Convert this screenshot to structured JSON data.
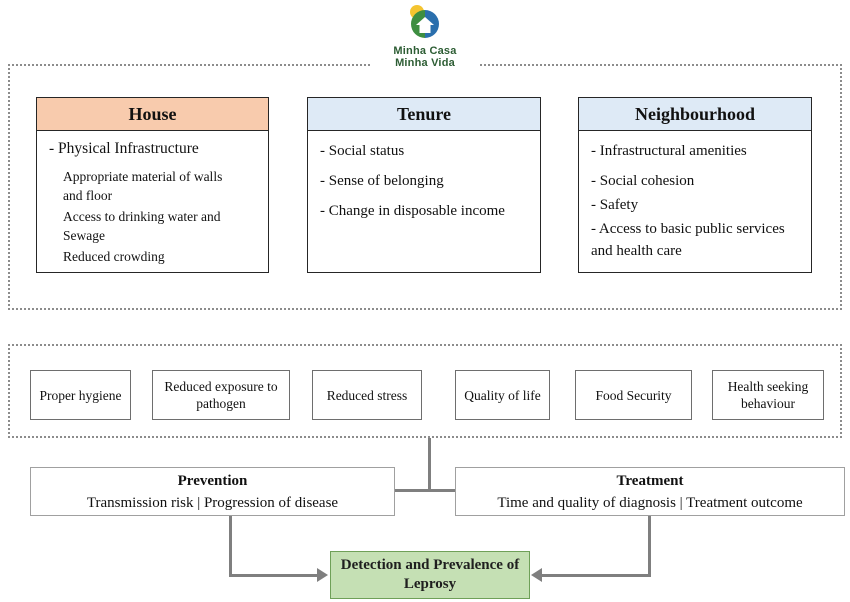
{
  "logo": {
    "line1": "Minha Casa",
    "line2": "Minha Vida"
  },
  "determinants": {
    "house": {
      "title": "House",
      "main_item": "- Physical Infrastructure",
      "sub_items": [
        "Appropriate material of walls and floor",
        "Access to drinking water and Sewage",
        "Reduced crowding"
      ]
    },
    "tenure": {
      "title": "Tenure",
      "items": [
        "- Social status",
        "- Sense of belonging",
        "- Change in disposable income"
      ]
    },
    "neighbourhood": {
      "title": "Neighbourhood",
      "items": [
        "- Infrastructural amenities",
        "- Social cohesion",
        "- Safety",
        "- Access to basic public services and health care"
      ]
    }
  },
  "mediators": [
    "Proper hygiene",
    "Reduced exposure to pathogen",
    "Reduced stress",
    "Quality of life",
    "Food Security",
    "Health seeking behaviour"
  ],
  "outcomes": {
    "prevention": {
      "title": "Prevention",
      "detail": "Transmission risk | Progression of disease"
    },
    "treatment": {
      "title": "Treatment",
      "detail": "Time and quality of diagnosis | Treatment outcome"
    }
  },
  "final": {
    "label": "Detection and Prevalence of Leprosy"
  },
  "colors": {
    "house_header": "#f8cbad",
    "tenure_header": "#deeaf6",
    "neighbourhood_header": "#deeaf6",
    "final_box_bg": "#c5e0b4",
    "final_box_border": "#6fa058",
    "connector": "#7f7f7f",
    "logo_text": "#2d5d34",
    "logo_sun": "#f4c430",
    "logo_green": "#3e8e41",
    "logo_blue": "#2a6fad"
  }
}
